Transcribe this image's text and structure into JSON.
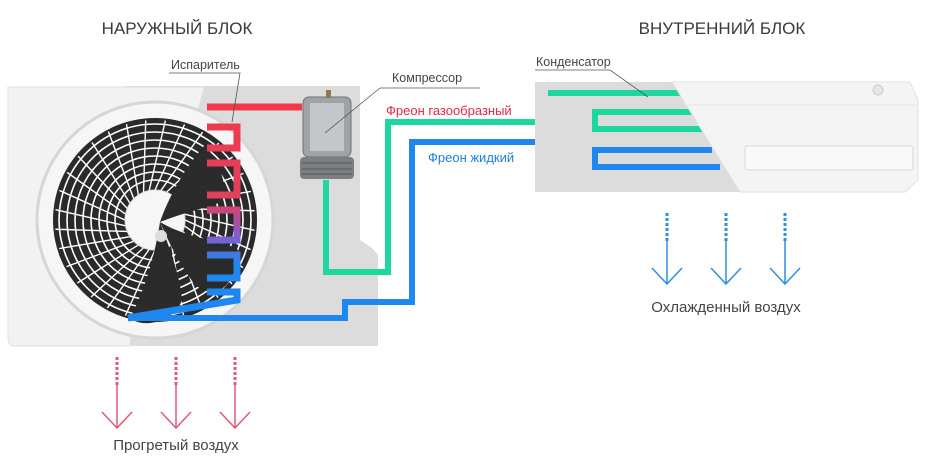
{
  "outdoor": {
    "title": "НАРУЖНЫЙ БЛОК",
    "evaporator_label": "Испаритель",
    "compressor_label": "Компрессор",
    "output_air_label": "Прогретый воздух"
  },
  "indoor": {
    "title": "ВНУТРЕННИЙ БЛОК",
    "condenser_label": "Конденсатор",
    "output_air_label": "Охлажденный воздух"
  },
  "lines": {
    "gas_label": "Фреон газообразный",
    "liquid_label": "Фреон жидкий"
  },
  "colors": {
    "hot": "#f2394a",
    "gas": "#1ed6a0",
    "liquid": "#1e87f0",
    "warm_air": "#e05a7a",
    "cool_air": "#2f8fe0",
    "panel": "#dcdcdc",
    "gas_text": "#e0284a",
    "liquid_text": "#1e7fe0"
  }
}
